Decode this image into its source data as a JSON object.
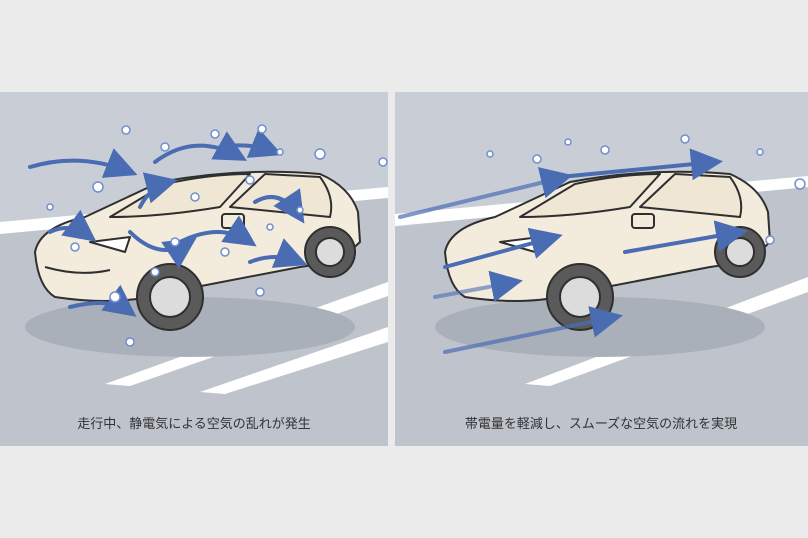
{
  "colors": {
    "background": "#ebebeb",
    "panel_background": "#c9ced6",
    "road": "#bfc4cc",
    "road_markings": "#ffffff",
    "car_body": "#f3ecdd",
    "car_outline": "#2f2f2f",
    "airflow_arrow": "#4a6cb3",
    "static_particle": "#6f8fd0"
  },
  "panels": [
    {
      "id": "left",
      "illustration": "car-with-turbulent-airflow",
      "caption": "走行中、静電気による空気の乱れが発生"
    },
    {
      "id": "right",
      "illustration": "car-with-smooth-airflow",
      "caption": "帯電量を軽減し、スムーズな空気の流れを実現"
    }
  ]
}
